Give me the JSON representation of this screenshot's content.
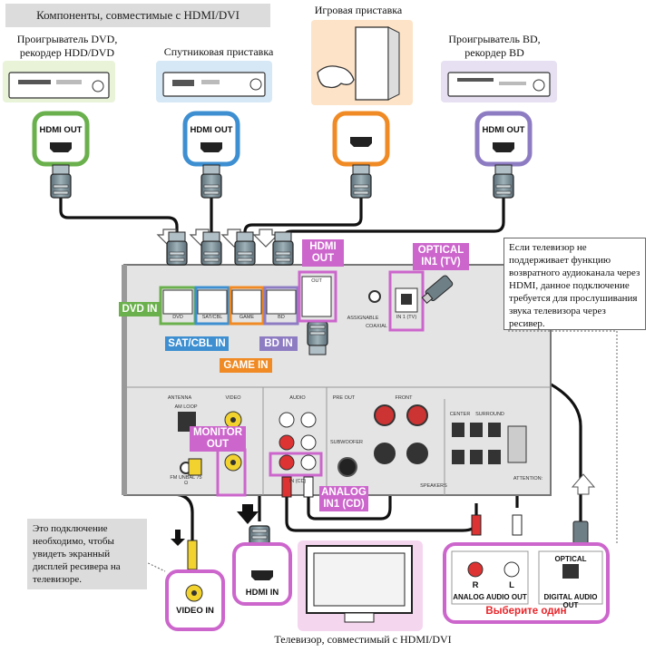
{
  "header": {
    "title": "Компоненты, совместимые с HDMI/DVI"
  },
  "sources": {
    "dvd": "Проигрыватель DVD,\nрекордер HDD/DVD",
    "sat": "Спутниковая приставка",
    "game": "Игровая приставка",
    "bd": "Проигрыватель BD,\nрекордер BD"
  },
  "connectors": {
    "hdmi_out": "HDMI OUT",
    "hdmi_in": "HDMI IN",
    "video_in": "VIDEO IN",
    "analog_audio_out": "ANALOG AUDIO OUT",
    "digital_audio_out": "DIGITAL AUDIO OUT",
    "optical": "OPTICAL",
    "r": "R",
    "l": "L"
  },
  "tags": {
    "dvd_in": "DVD IN",
    "sat_cbl_in": "SAT/CBL IN",
    "game_in": "GAME IN",
    "bd_in": "BD IN",
    "hdmi_out": "HDMI\nOUT",
    "optical_in1": "OPTICAL\nIN1 (TV)",
    "monitor_out": "MONITOR\nOUT",
    "analog_in1": "ANALOG\nIN1 (CD)"
  },
  "panel_labels": {
    "dvd": "DVD",
    "satcbl": "SAT/CBL",
    "game": "GAME",
    "bd": "BD",
    "out": "OUT",
    "antenna": "ANTENNA",
    "am_loop": "AM LOOP",
    "fm_unbal": "FM UNBAL 75 Ω",
    "video": "VIDEO",
    "audio": "AUDIO",
    "pre_out": "PRE OUT",
    "front": "FRONT",
    "center": "CENTER",
    "surround": "SURROUND",
    "subwoofer": "SUBWOOFER",
    "speakers": "SPEAKERS",
    "attention": "ATTENTION:",
    "coaxial": "COAXIAL",
    "assignable": "ASSIGNABLE",
    "in1_tv": "IN 1 (TV)",
    "in_cd": "IN (CD)"
  },
  "notes": {
    "tv_note": "Если телевизор не поддерживает функцию возвратного аудиоканала через HDMI, данное подключение требуется для прослушивания звука телевизора через ресивер.",
    "monitor_note": "Это подключение необходимо, чтобы увидеть экранный дисплей ресивера на телевизоре."
  },
  "footer": {
    "tv_caption": "Телевизор, совместимый с HDMI/DVI",
    "choose_one": "Выберите один"
  },
  "colors": {
    "dvd": "#6ab04c",
    "sat": "#3d8fd1",
    "game": "#f08a24",
    "bd": "#8e7cc3",
    "pink": "#cc66cc",
    "pink_fill": "#f5d6ef",
    "red_text": "#e8252a"
  }
}
